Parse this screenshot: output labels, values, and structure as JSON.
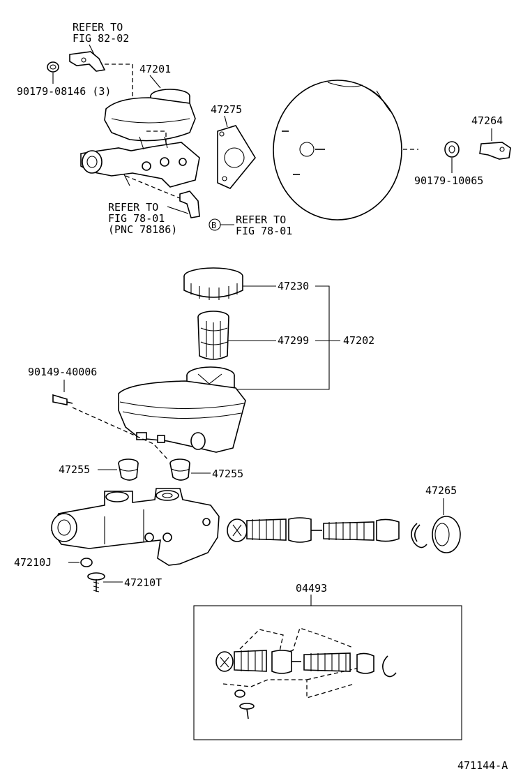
{
  "diagram_id": "471144-A",
  "top_section": {
    "refer_82_line1": "REFER TO",
    "refer_82_line2": "FIG 82-02",
    "part_90179_08146": "90179-08146 (3)",
    "part_47201": "47201",
    "part_47275": "47275",
    "part_47264": "47264",
    "part_90179_10065": "90179-10065",
    "refer_78_line1": "REFER TO",
    "refer_78_line2": "FIG 78-01",
    "refer_78_line3": "(PNC 78186)",
    "ref_b_marker": "B",
    "refer_b_line1": "REFER TO",
    "refer_b_line2": "FIG 78-01"
  },
  "middle_section": {
    "part_47230": "47230",
    "part_47299": "47299",
    "part_47202": "47202",
    "part_90149_40006": "90149-40006",
    "part_47255_left": "47255",
    "part_47255_right": "47255",
    "part_47265": "47265",
    "part_47210J": "47210J",
    "part_47210T": "47210T"
  },
  "bottom_section": {
    "part_04493": "04493"
  }
}
